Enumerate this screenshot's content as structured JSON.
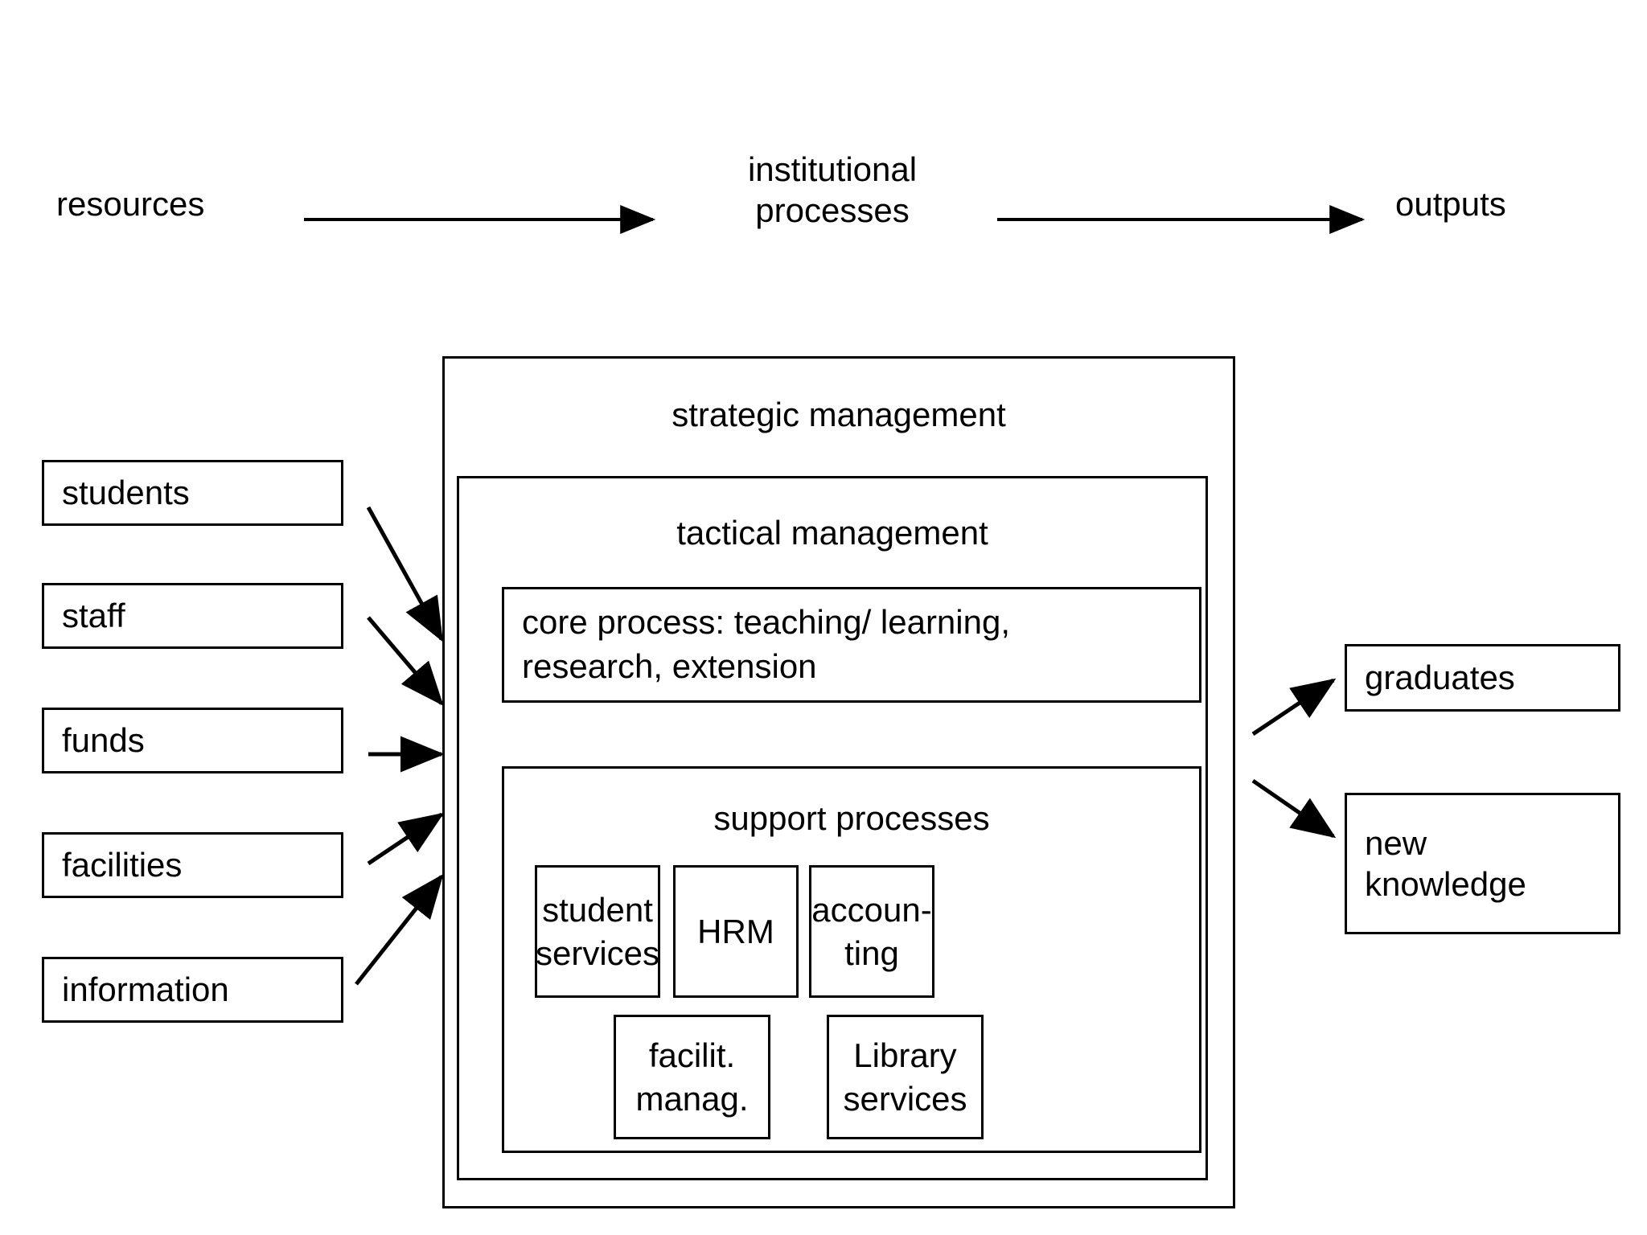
{
  "diagram": {
    "title_flow": {
      "input_label": "resources",
      "middle_label": "institutional\nprocesses",
      "output_label": "outputs"
    },
    "resources": [
      {
        "label": "students"
      },
      {
        "label": "staff"
      },
      {
        "label": "funds"
      },
      {
        "label": "facilities"
      },
      {
        "label": "information"
      }
    ],
    "outputs": [
      {
        "label": "graduates"
      },
      {
        "label": "new\nknowledge"
      }
    ],
    "containers": {
      "strategic": "strategic management",
      "tactical": "tactical management",
      "support": "support processes"
    },
    "core_process": "core process: teaching/ learning,\nresearch, extension",
    "support_units": [
      {
        "label": "student\nservices"
      },
      {
        "label": "HRM"
      },
      {
        "label": "accoun-\nting"
      },
      {
        "label": "facilit.\nmanag."
      },
      {
        "label": "Library\nservices"
      }
    ],
    "colors": {
      "stroke": "#000000",
      "background": "#ffffff",
      "text": "#000000"
    }
  }
}
